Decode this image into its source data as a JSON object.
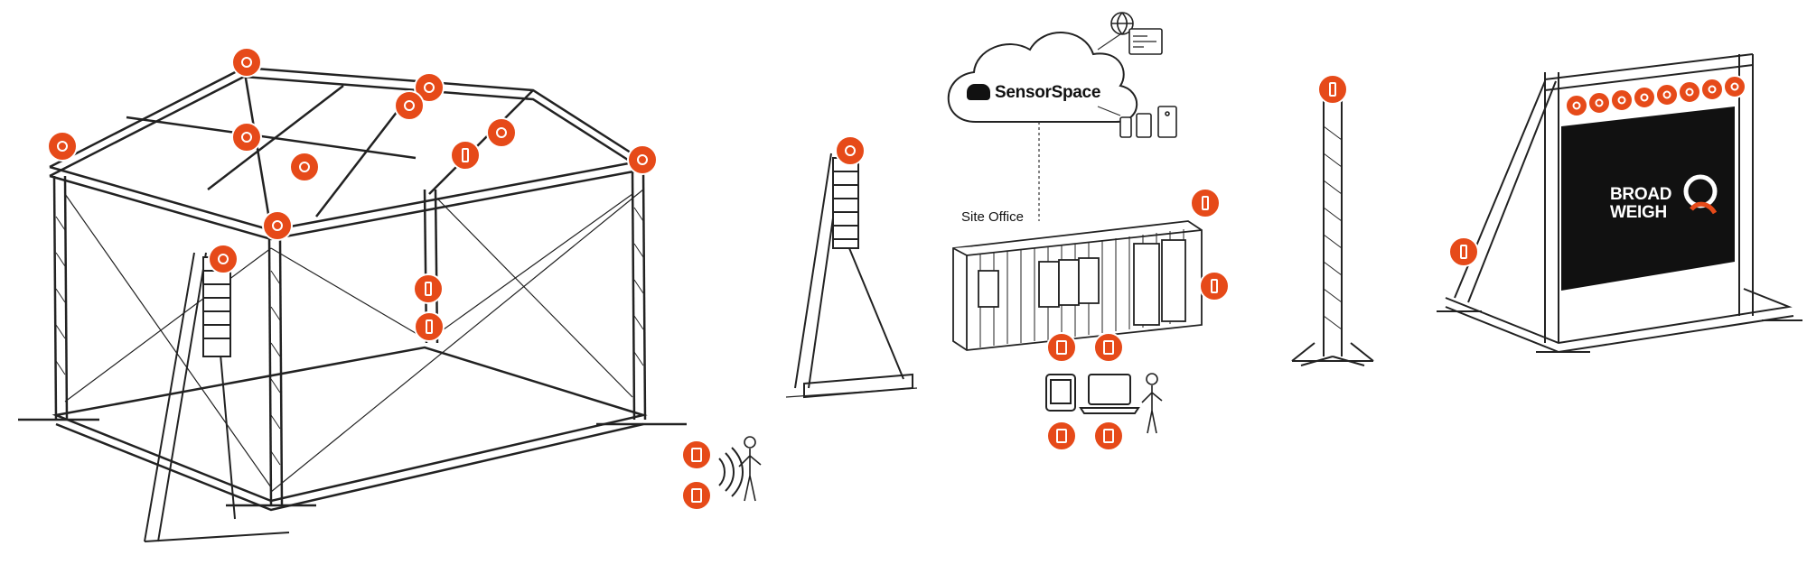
{
  "cloud": {
    "brand": "SensorSpace"
  },
  "site_office": {
    "label": "Site Office"
  },
  "logo": {
    "line1": "BROAD",
    "line2": "WEIGH"
  },
  "colors": {
    "accent": "#e64a19",
    "line": "#222222",
    "screen": "#111111"
  },
  "icons": {
    "loadcell": "loadcell-sensor-icon",
    "loadpin": "loadpin-sensor-icon",
    "handheld": "handheld-display-icon",
    "tablet": "tablet-icon",
    "laptop": "laptop-icon",
    "phone": "phone-icon",
    "globe": "globe-icon",
    "person": "person-icon"
  }
}
